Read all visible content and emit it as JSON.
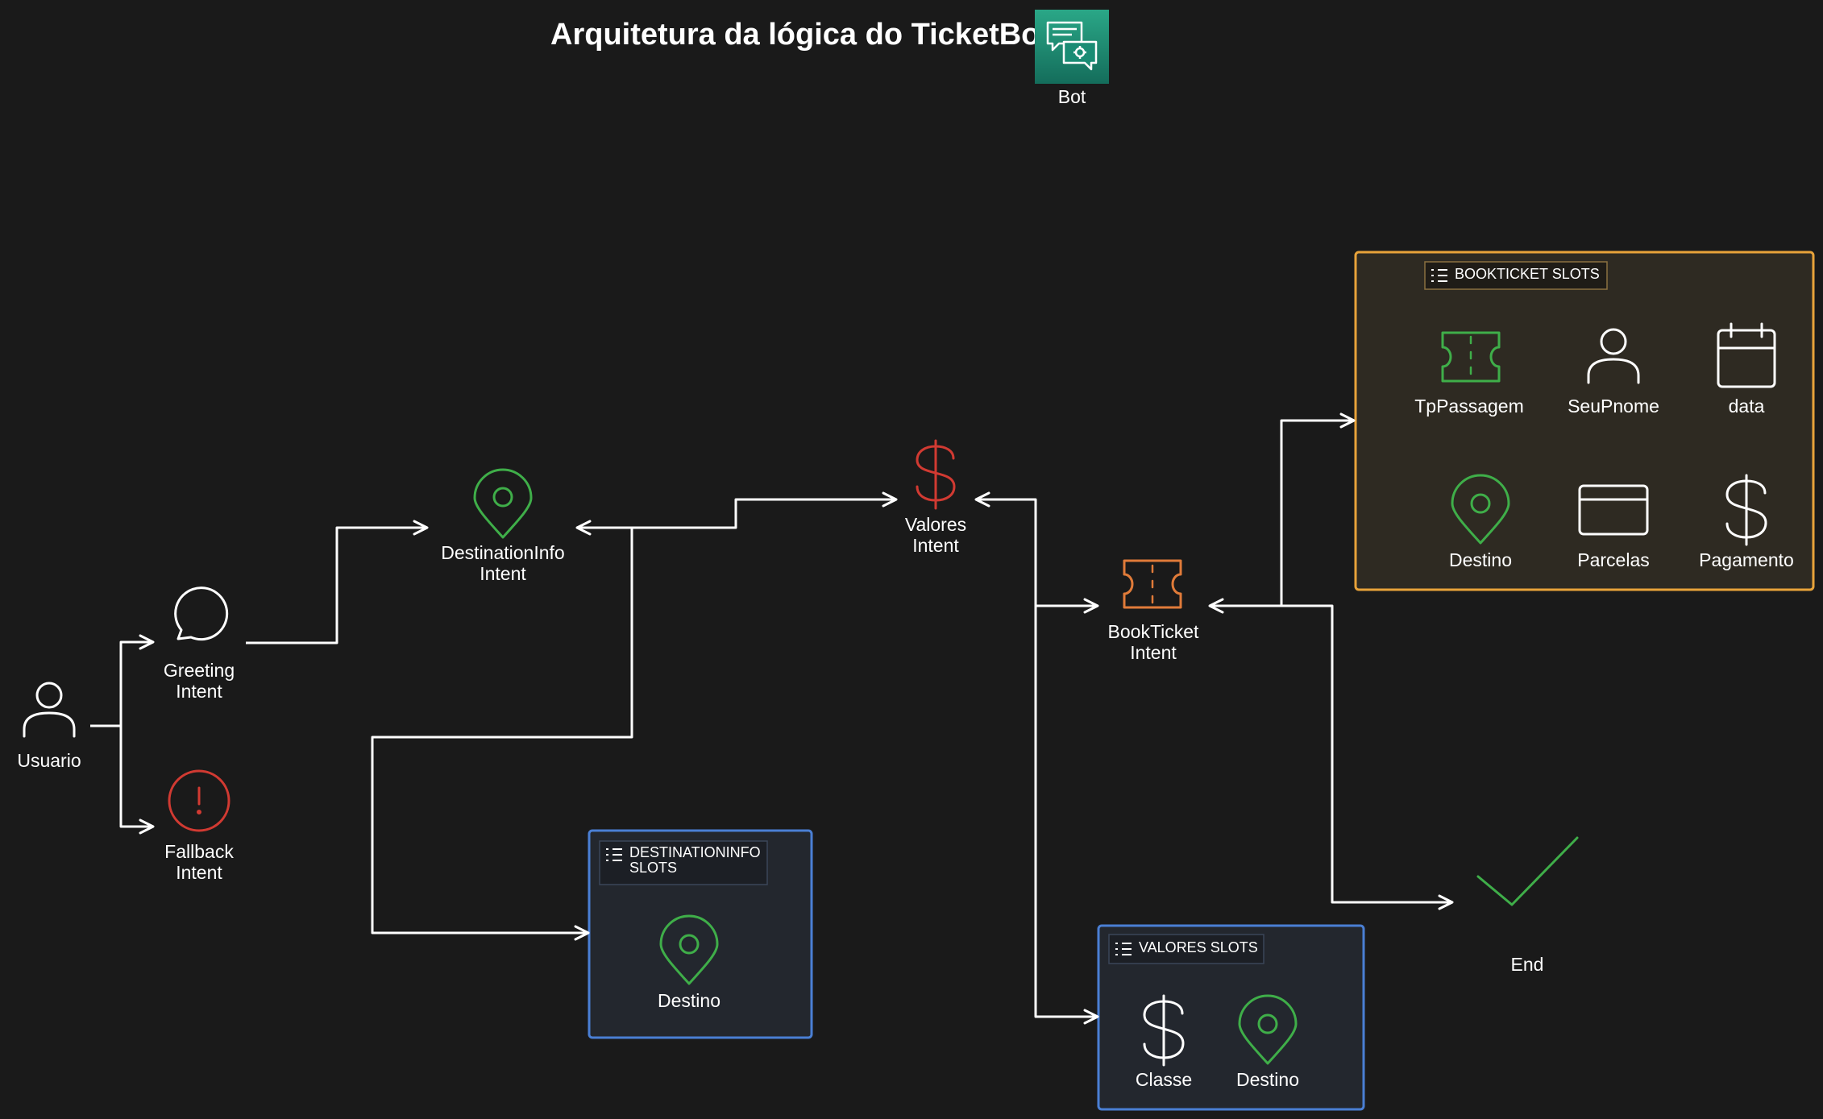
{
  "title": "Arquitetura da lógica do TicketBot",
  "bot": {
    "label": "Bot"
  },
  "nodes": {
    "usuario": "Usuario",
    "greeting": [
      "Greeting",
      "Intent"
    ],
    "fallback": [
      "Fallback",
      "Intent"
    ],
    "destinationinfo": [
      "DestinationInfo",
      "Intent"
    ],
    "valores": [
      "Valores",
      "Intent"
    ],
    "bookticket": [
      "BookTicket",
      "Intent"
    ],
    "end": "End"
  },
  "groups": {
    "bookticket_slots": {
      "title": "BOOKTICKET SLOTS",
      "border_color": "#e8a33a",
      "items": [
        "TpPassagem",
        "SeuPnome",
        "data",
        "Destino",
        "Parcelas",
        "Pagamento"
      ],
      "icons": [
        "ticket-icon",
        "user-icon",
        "calendar-icon",
        "location-pin-icon",
        "credit-card-icon",
        "dollar-icon"
      ]
    },
    "destinationinfo_slots": {
      "title": [
        "DESTINATIONINFO",
        "SLOTS"
      ],
      "border_color": "#4a7fd4",
      "items": [
        "Destino"
      ],
      "icons": [
        "location-pin-icon"
      ]
    },
    "valores_slots": {
      "title": "VALORES SLOTS",
      "border_color": "#4a7fd4",
      "items": [
        "Classe",
        "Destino"
      ],
      "icons": [
        "dollar-icon",
        "location-pin-icon"
      ]
    }
  },
  "colors": {
    "background": "#1a1a1a",
    "green": "#3fae49",
    "red": "#d13a32",
    "orange": "#e07b39",
    "bot_tile": "#1f8a74"
  }
}
